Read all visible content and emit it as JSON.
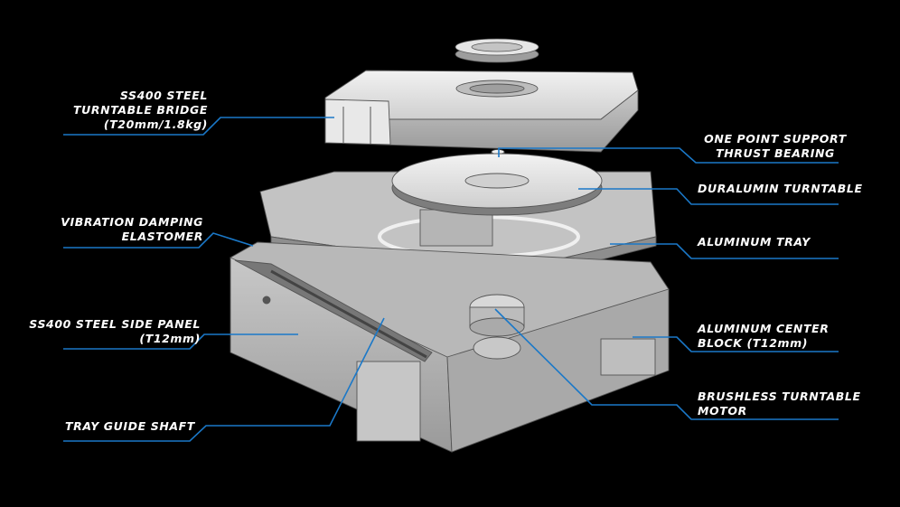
{
  "colors": {
    "background": "#000000",
    "leader_line": "#1a78c8",
    "label_text": "#ffffff",
    "part_fill": "#dcdcdc"
  },
  "labels": {
    "bridge": [
      "SS400 STEEL",
      "TURNTABLE BRIDGE",
      "(T20mm/1.8kg)"
    ],
    "elastomer": [
      "VIBRATION DAMPING",
      "ELASTOMER"
    ],
    "side_panel": [
      "SS400 STEEL SIDE PANEL",
      "(T12mm)"
    ],
    "guide_shaft": [
      "TRAY GUIDE SHAFT"
    ],
    "bearing": [
      "ONE POINT SUPPORT",
      "THRUST BEARING"
    ],
    "turntable": [
      "DURALUMIN TURNTABLE"
    ],
    "tray": [
      "ALUMINUM TRAY"
    ],
    "center_block": [
      "ALUMINUM CENTER",
      "BLOCK (T12mm)"
    ],
    "motor": [
      "BRUSHLESS TURNTABLE",
      "MOTOR"
    ]
  }
}
